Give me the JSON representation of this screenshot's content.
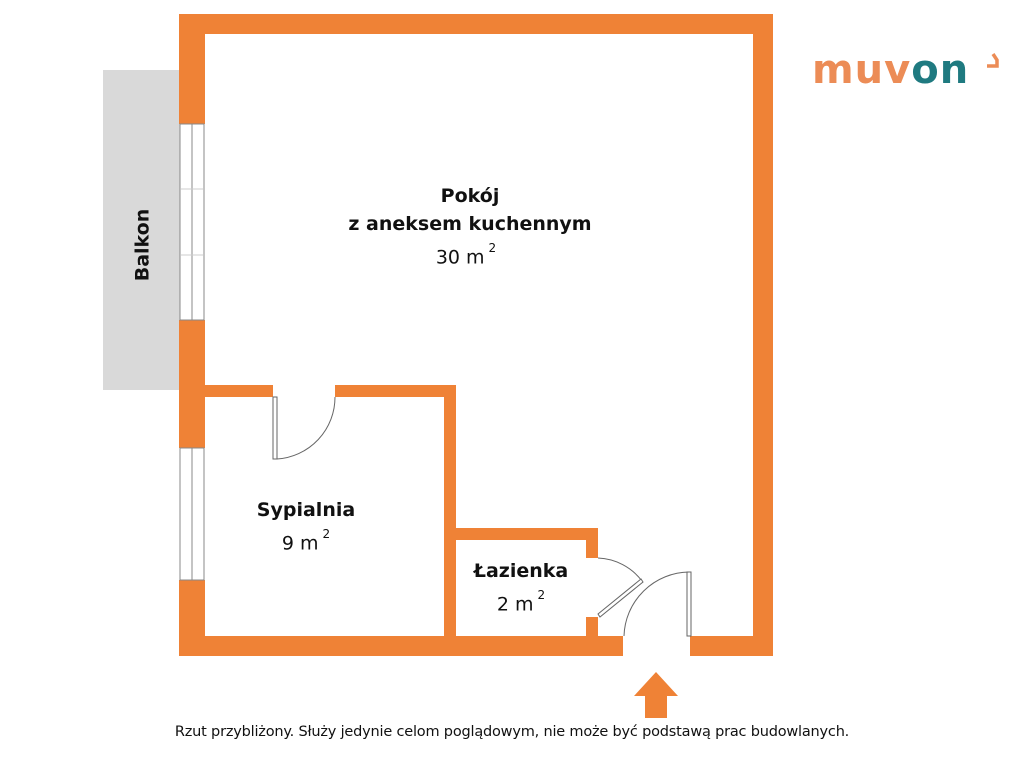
{
  "brand": {
    "logo_part1": "muv",
    "logo_part2": "on",
    "colors": {
      "orange": "#ec8c56",
      "teal": "#1f7a80"
    }
  },
  "plan": {
    "wall_color": "#ef8236",
    "balcony_fill": "#d9d9d9",
    "rooms": [
      {
        "id": "pokoj",
        "name_line1": "Pokój",
        "name_line2": "z aneksem kuchennym",
        "area": "30 m",
        "unit_exp": "2"
      },
      {
        "id": "sypialnia",
        "name_line1": "Sypialnia",
        "area": "9 m",
        "unit_exp": "2"
      },
      {
        "id": "lazienka",
        "name_line1": "Łazienka",
        "area": "2 m",
        "unit_exp": "2"
      }
    ],
    "balcony_label": "Balkon",
    "entrance_icon": "arrow-up-icon"
  },
  "footer": {
    "disclaimer": "Rzut przybliżony. Służy jedynie celom poglądowym, nie może być podstawą prac budowlanych."
  }
}
